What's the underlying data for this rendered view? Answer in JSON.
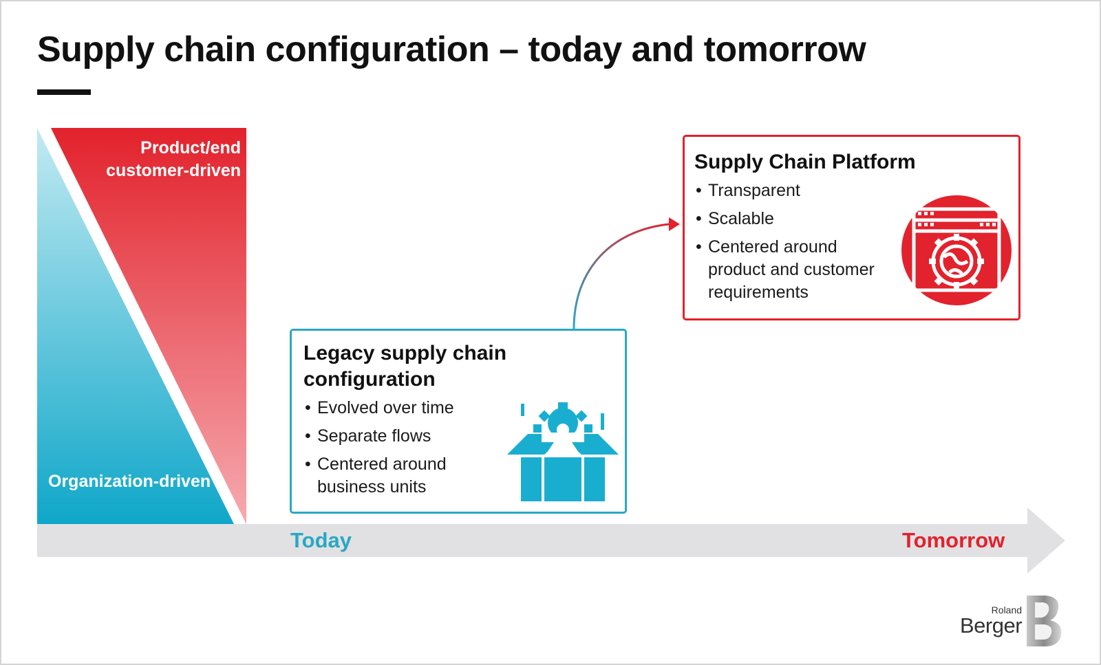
{
  "title": "Supply chain configuration – today and tomorrow",
  "spectrum": {
    "top_label": "Product/end customer-driven",
    "bottom_label": "Organization-driven",
    "top_color": "#e2222c",
    "bottom_color": "#0fa7c9"
  },
  "legacy": {
    "title": "Legacy supply chain configuration",
    "bullets": [
      "Evolved over time",
      "Separate flows",
      "Centered around business units"
    ],
    "icon": "gear-box-icon",
    "color": "#29a8c4"
  },
  "platform": {
    "title": "Supply Chain Platform",
    "bullets": [
      "Transparent",
      "Scalable",
      "Centered around product and customer requirements"
    ],
    "icon": "globe-gear-window-icon",
    "color": "#e2222c"
  },
  "timeline": {
    "start_label": "Today",
    "end_label": "Tomorrow"
  },
  "logo": {
    "line1": "Roland",
    "line2": "Berger"
  }
}
